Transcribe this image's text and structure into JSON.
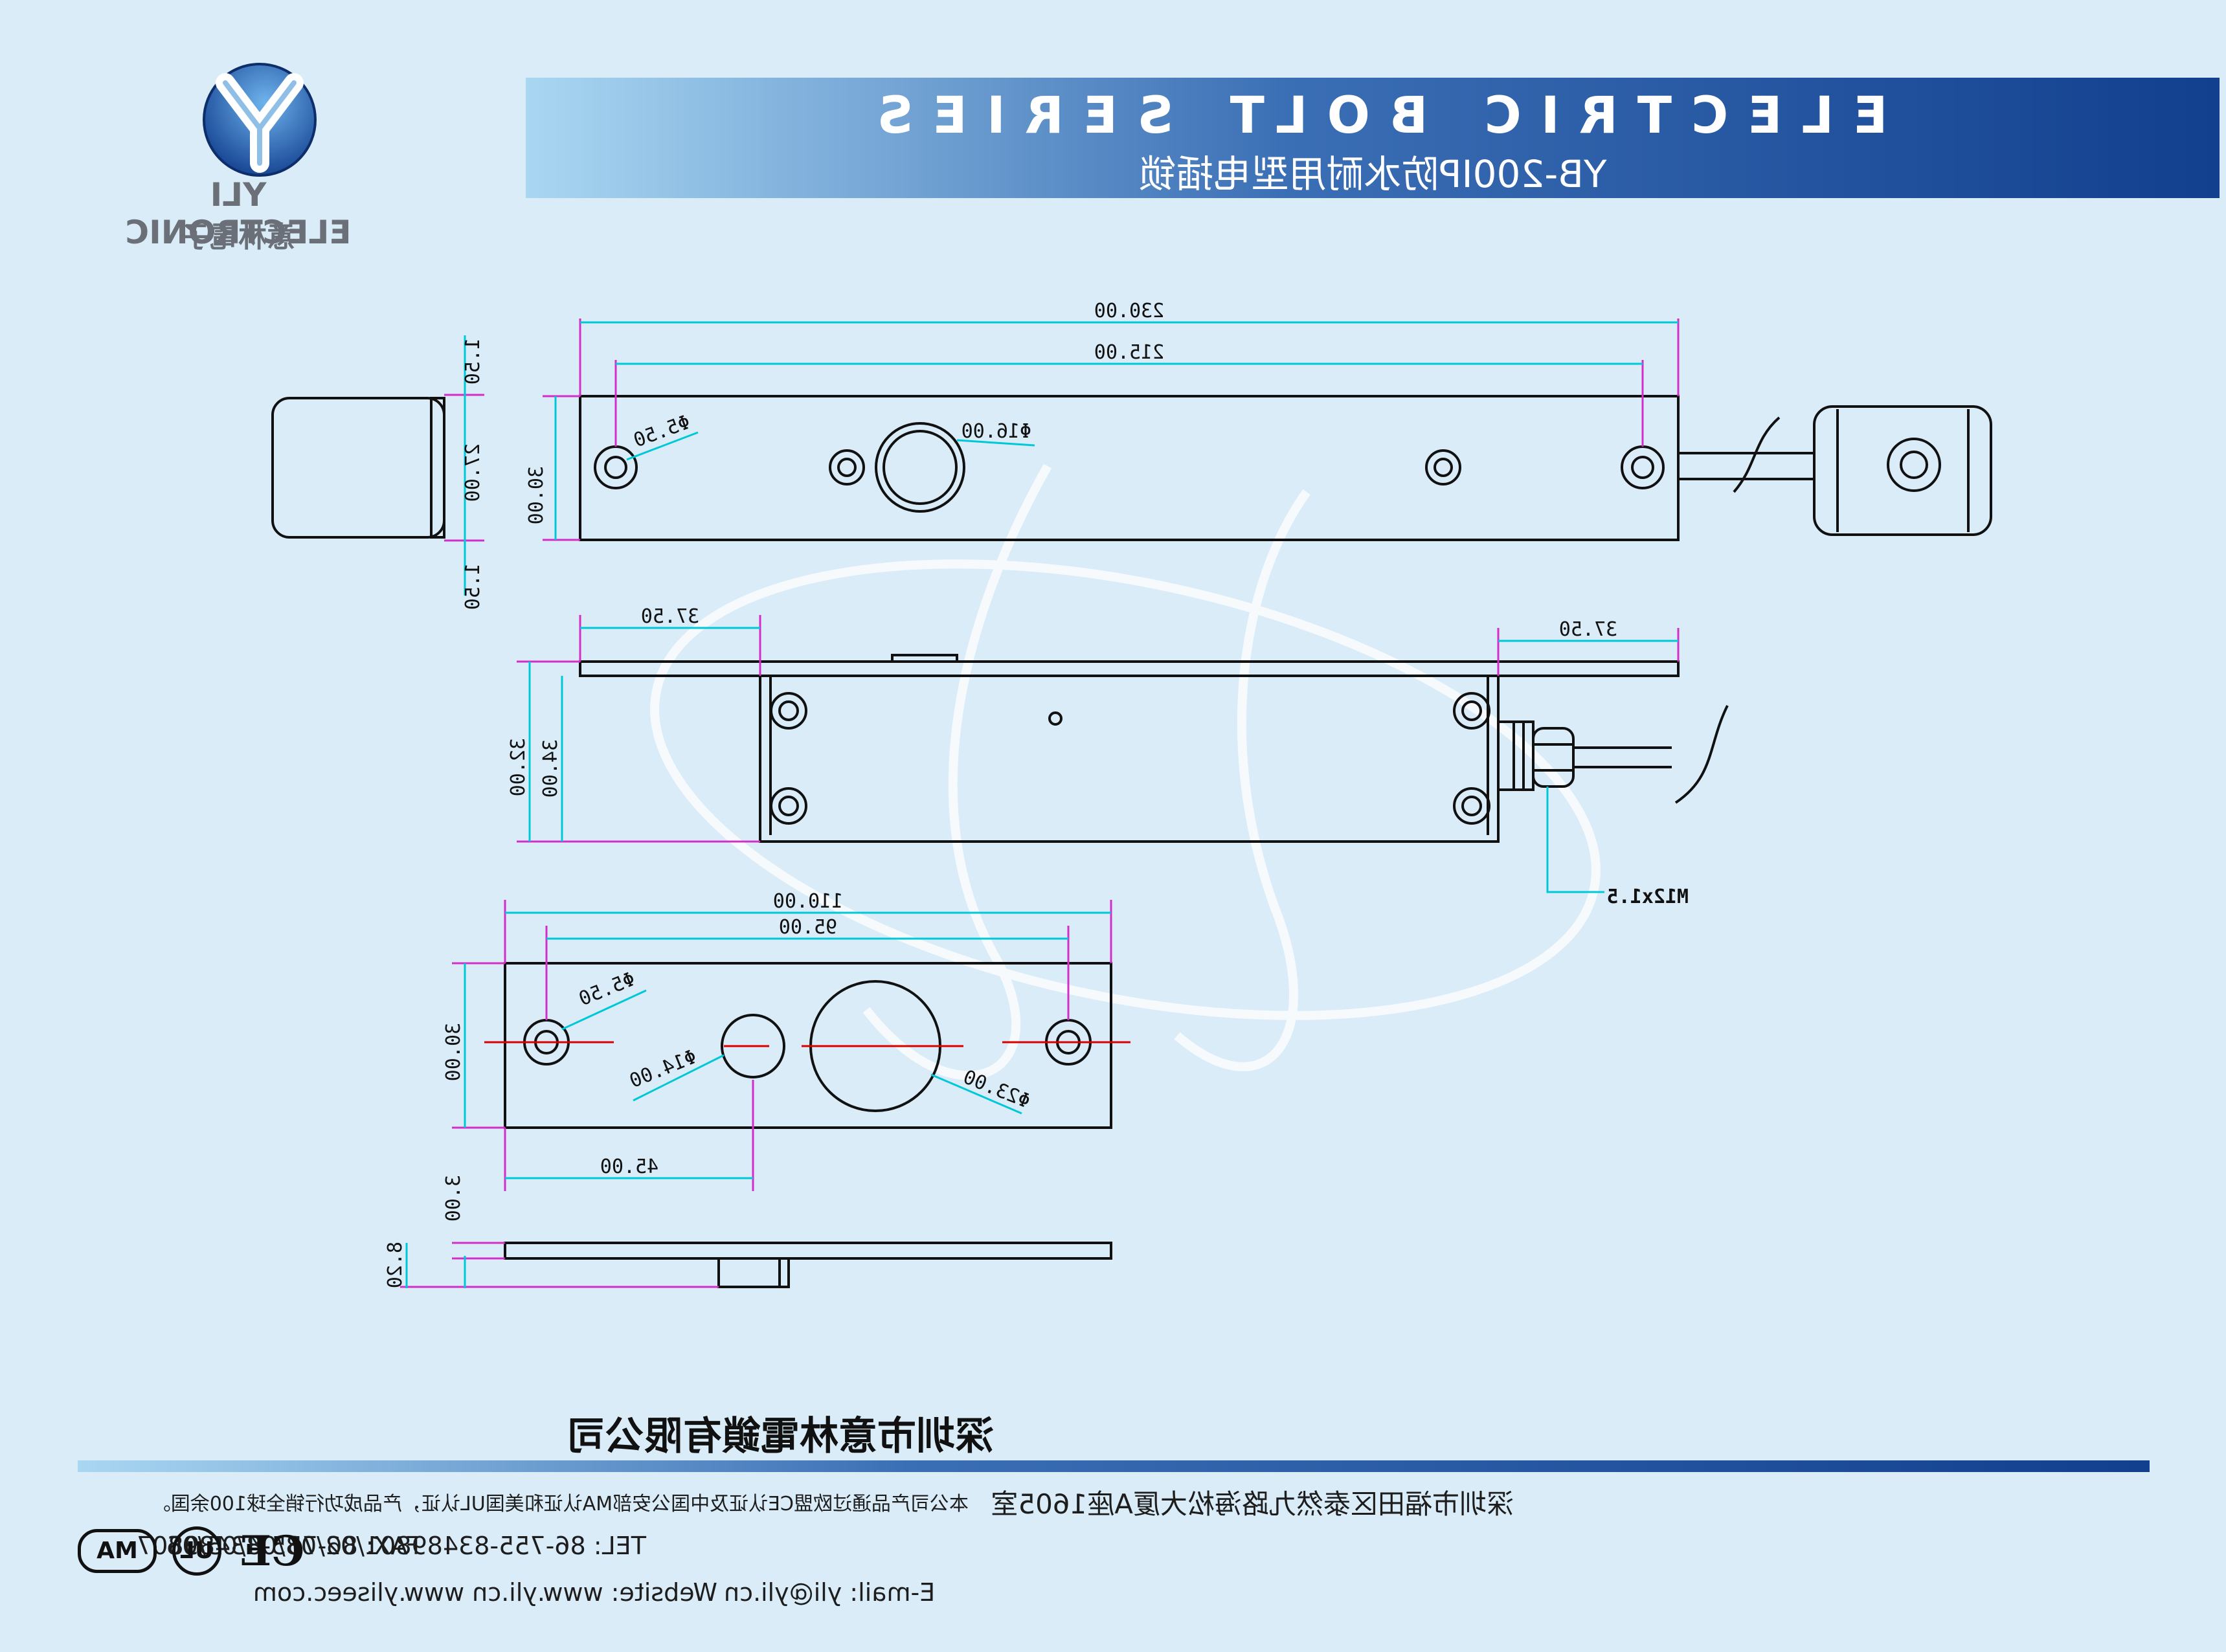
{
  "header": {
    "title": "ELECTRIC BOLT SERIES",
    "subtitle": "YB-200IP防水耐用型电插锁"
  },
  "logo": {
    "brand": "YLI ELECTRONIC",
    "chinese": "意林電子",
    "icon": "yli-y-logo-icon"
  },
  "dimensions": {
    "top_view": {
      "overall_length": "230.00",
      "hole_spacing": "215.00",
      "mount_hole_dia": "Φ5.50",
      "bolt_dia": "Φ16.00",
      "width": "30.00",
      "end_width": "27.00",
      "end_margin_top": "1.50",
      "end_margin_bottom": "1.50"
    },
    "side_view": {
      "left_offset": "37.50",
      "right_offset": "37.50",
      "body_height": "34.00",
      "inner_height": "32.00",
      "thread": "M12x1.5"
    },
    "strike_plate": {
      "length": "110.00",
      "hole_spacing": "95.00",
      "width": "30.00",
      "mount_hole_dia": "Φ5.50",
      "bolt_hole_dia": "Φ23.00",
      "sensor_hole_dia": "Φ14.00",
      "sensor_offset": "45.00"
    },
    "strike_side": {
      "plate_thickness": "3.00",
      "boss_height": "8.20"
    }
  },
  "footer": {
    "company": "深圳市意林電鎖有限公司",
    "address": "深圳市福田区泰然九路海松大厦A座1605室",
    "tel": "TEL: 86-755-83489801/02/03/04/05/06",
    "fax": "FAX: 86-755-83489807",
    "website": "Website: www.yli.cn www.yliseec.com",
    "email": "E-mail: yli@yli.cn",
    "certification_note": "本公司产品通过欧盟CE认证及中国公安部MA认证和美国UL认证，产品成功行销全球100余国。",
    "cert_marks": [
      "CE",
      "UL",
      "MA"
    ]
  },
  "colors": {
    "banner_dark": "#123f8e",
    "banner_light": "#a9d7f2",
    "dimension_cyan": "#00c8d8",
    "extension_magenta": "#d42ec8",
    "background": "#d9ecf8"
  }
}
